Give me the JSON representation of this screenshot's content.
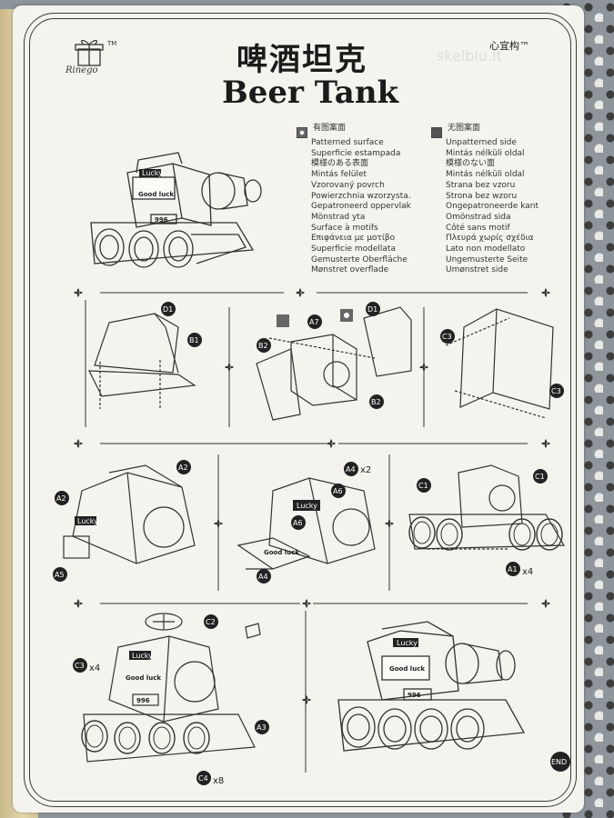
{
  "header": {
    "title_cn": "啤酒坦克",
    "title_en": "Beer Tank",
    "brand_cn": "心宜构™",
    "logo_script": "Rinego",
    "logo_tm": "TM",
    "watermark": "skelbiu.lt"
  },
  "legend": {
    "patterned": [
      "有图案面",
      "Patterned surface",
      "Superficie estampada",
      "模様のある表面",
      "Mintás felület",
      "Vzorovaný povrch",
      "Powierzchnia wzorzysta.",
      "Gepatroneerd oppervlak",
      "Mönstrad yta",
      "Surface à motifs",
      "Επιφάνεια με μοτίβο",
      "Superficie modellata",
      "Gemusterte Oberfläche",
      "Mønstret overflade"
    ],
    "unpatterned": [
      "无图案面",
      "Unpatterned side",
      "Mintás nélküli oldal",
      "模様のない面",
      "Mintás nélküli oldal",
      "Strana bez vzoru",
      "Strona bez wzoru",
      "Ongepatroneerde kant",
      "Omönstrad sida",
      "Côté sans motif",
      "Πλευρά χωρίς σχέδια",
      "Lato non modellato",
      "Ungemusterte Seite",
      "Umønstret side"
    ]
  },
  "parts": [
    "D1",
    "B1",
    "A7",
    "D1",
    "B2",
    "B2",
    "C3",
    "C3",
    "A2",
    "A2",
    "A5",
    "A4",
    "A6",
    "A6",
    "A4",
    "C1",
    "C1",
    "A1",
    "C2",
    "C3",
    "A3",
    "C4"
  ],
  "counts": [
    "x2",
    "x4",
    "x4",
    "x8"
  ],
  "tank_text": [
    "Lucky",
    "Good luck",
    "996"
  ],
  "end_label": "END",
  "colors": {
    "sheet": "#f4f3ee",
    "ink": "#2a2a2a",
    "tag": "#222222"
  }
}
